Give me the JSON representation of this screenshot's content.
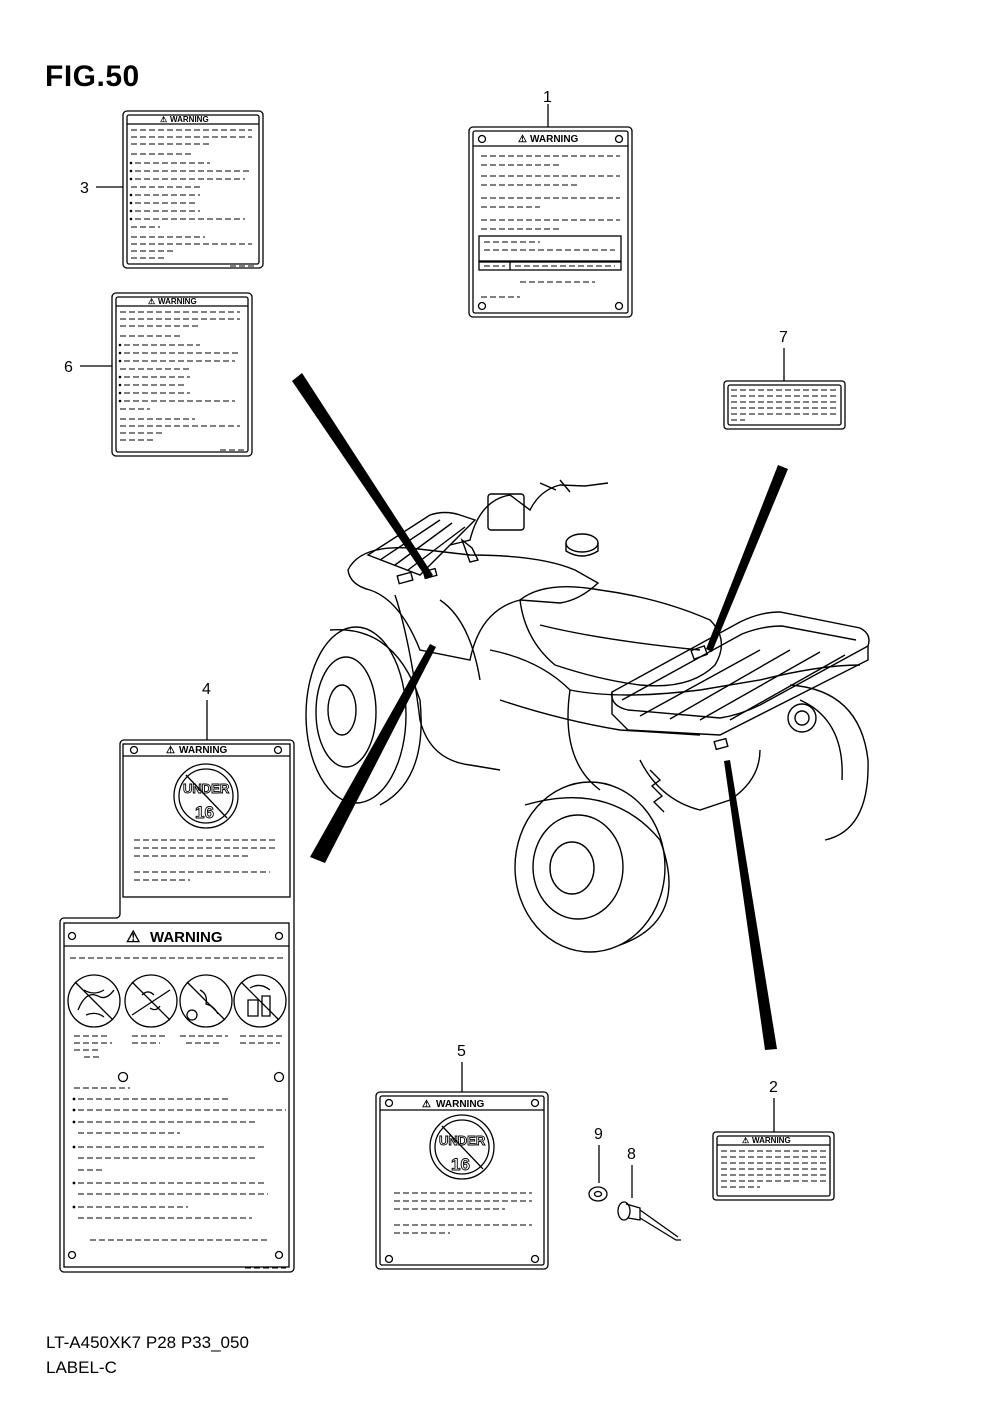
{
  "figure": {
    "title": "FIG.50",
    "code": "LT-A450XK7 P28 P33_050",
    "name": "LABEL-C"
  },
  "labels": {
    "warning_text": "WARNING",
    "under_text": "UNDER",
    "age_text": "16"
  },
  "callouts": [
    "1",
    "2",
    "3",
    "4",
    "5",
    "6",
    "7",
    "8",
    "9"
  ]
}
